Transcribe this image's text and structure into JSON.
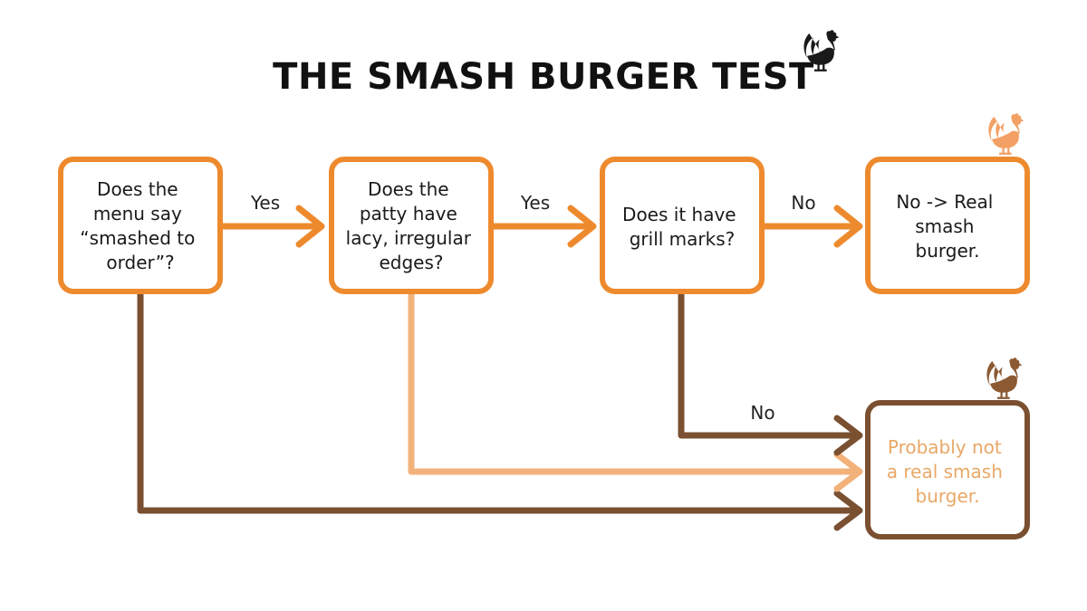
{
  "title": "THE SMASH BURGER TEST",
  "nodes": {
    "q1": {
      "lines": [
        "Does the",
        "menu say",
        "“smashed to",
        "order”?"
      ]
    },
    "q2": {
      "lines": [
        "Does the",
        "patty have",
        "lacy, irregular",
        "edges?"
      ]
    },
    "q3": {
      "lines": [
        "Does it have",
        "grill marks?"
      ]
    },
    "result_real": {
      "lines": [
        "No -> Real",
        "smash",
        "burger."
      ]
    },
    "result_not": {
      "lines": [
        "Probably not",
        "a real smash",
        "burger."
      ]
    }
  },
  "edges": {
    "q1_q2": "Yes",
    "q2_q3": "Yes",
    "q3_real": "No",
    "q3_not": "No"
  },
  "colors": {
    "orange": "#EE8A2E",
    "light_orange": "#F2B27A",
    "brown": "#7A5031",
    "text": "#1A1A1A"
  },
  "icons": [
    "rooster-icon",
    "rooster-icon",
    "rooster-icon"
  ]
}
